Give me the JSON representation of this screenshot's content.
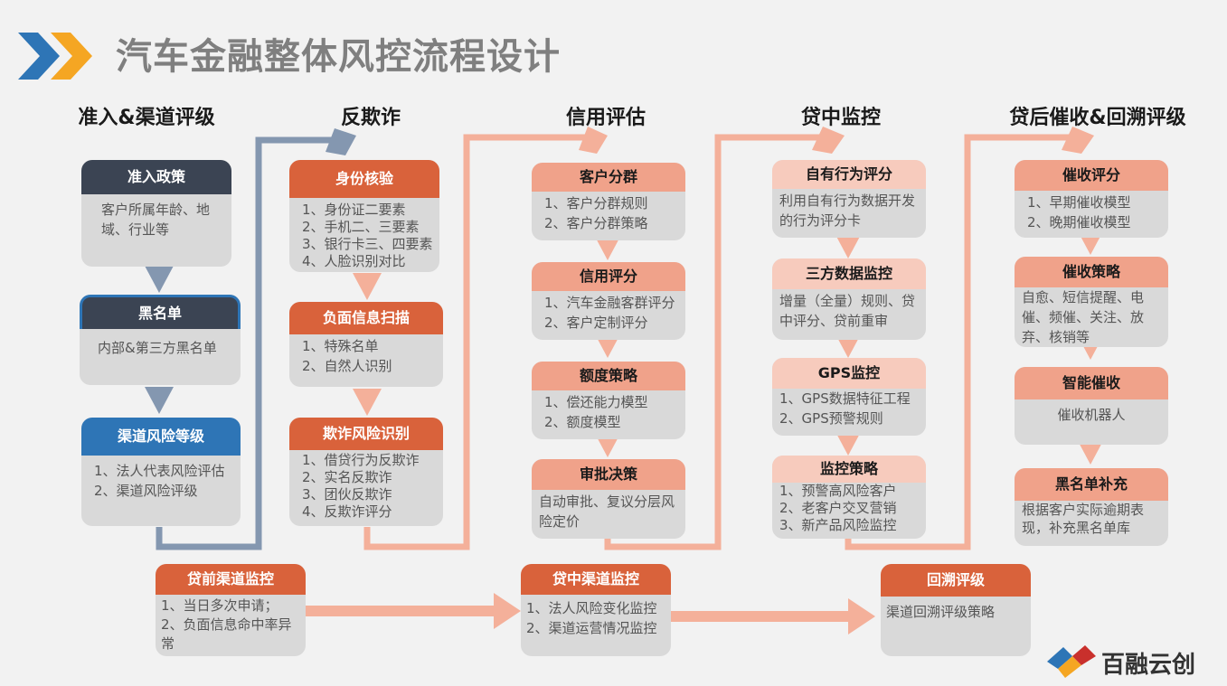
{
  "title": "汽车金融整体风控流程设计",
  "columns": [
    {
      "heading": "准入&渠道评级"
    },
    {
      "heading": "反欺诈"
    },
    {
      "heading": "信用评估"
    },
    {
      "heading": "贷中监控"
    },
    {
      "heading": "贷后催收&回溯评级"
    }
  ],
  "col1": [
    {
      "title": "准入政策",
      "lines": [
        "客户所属年龄、地域、行业等"
      ]
    },
    {
      "title": "黑名单",
      "lines": [
        "内部&第三方黑名单"
      ]
    },
    {
      "title": "渠道风险等级",
      "lines": [
        "1、法人代表风险评估",
        "2、渠道风险评级"
      ]
    }
  ],
  "col2": [
    {
      "title": "身份核验",
      "lines": [
        "1、身份证二要素",
        "2、手机二、三要素",
        "3、银行卡三、四要素",
        "4、人脸识别对比"
      ]
    },
    {
      "title": "负面信息扫描",
      "lines": [
        "1、特殊名单",
        "2、自然人识别"
      ]
    },
    {
      "title": "欺诈风险识别",
      "lines": [
        "1、借贷行为反欺诈",
        "2、实名反欺诈",
        "3、团伙反欺诈",
        "4、反欺诈评分"
      ]
    }
  ],
  "col3": [
    {
      "title": "客户分群",
      "lines": [
        "1、客户分群规则",
        "2、客户分群策略"
      ]
    },
    {
      "title": "信用评分",
      "lines": [
        "1、汽车金融客群评分",
        "2、客户定制评分"
      ]
    },
    {
      "title": "额度策略",
      "lines": [
        "1、偿还能力模型",
        "2、额度模型"
      ]
    },
    {
      "title": "审批决策",
      "lines": [
        "自动审批、复议分层风险定价"
      ]
    }
  ],
  "col4": [
    {
      "title": "自有行为评分",
      "lines": [
        "利用自有行为数据开发的行为评分卡"
      ]
    },
    {
      "title": "三方数据监控",
      "lines": [
        "增量（全量）规则、贷中评分、贷前重审"
      ]
    },
    {
      "title": "GPS监控",
      "lines": [
        "1、GPS数据特征工程",
        "2、GPS预警规则"
      ]
    },
    {
      "title": "监控策略",
      "lines": [
        "1、预警高风险客户",
        "2、老客户交叉营销",
        "3、新产品风险监控"
      ]
    }
  ],
  "col5": [
    {
      "title": "催收评分",
      "lines": [
        "1、早期催收模型",
        "2、晚期催收模型"
      ]
    },
    {
      "title": "催收策略",
      "lines": [
        "自愈、短信提醒、电催、频催、关注、放弃、核销等"
      ]
    },
    {
      "title": "智能催收",
      "lines": [
        "催收机器人"
      ]
    },
    {
      "title": "黑名单补充",
      "lines": [
        "根据客户实际逾期表现，补充黑名单库"
      ]
    }
  ],
  "bottom": [
    {
      "title": "贷前渠道监控",
      "lines": [
        "1、当日多次申请；",
        "2、负面信息命中率异常"
      ]
    },
    {
      "title": "贷中渠道监控",
      "lines": [
        "1、法人风险变化监控",
        "2、渠道运营情况监控"
      ]
    },
    {
      "title": "回溯评级",
      "lines": [
        "渠道回溯评级策略"
      ]
    }
  ],
  "logo": {
    "text": "百融云创"
  },
  "colors": {
    "dark": "#3b4453",
    "blue": "#2e75b6",
    "orange": "#d9623b",
    "salmon": "#f0a28a",
    "pink": "#f7cbbd",
    "gray_connector": "#8497b0",
    "arrow_salmon": "#f4b09a"
  }
}
